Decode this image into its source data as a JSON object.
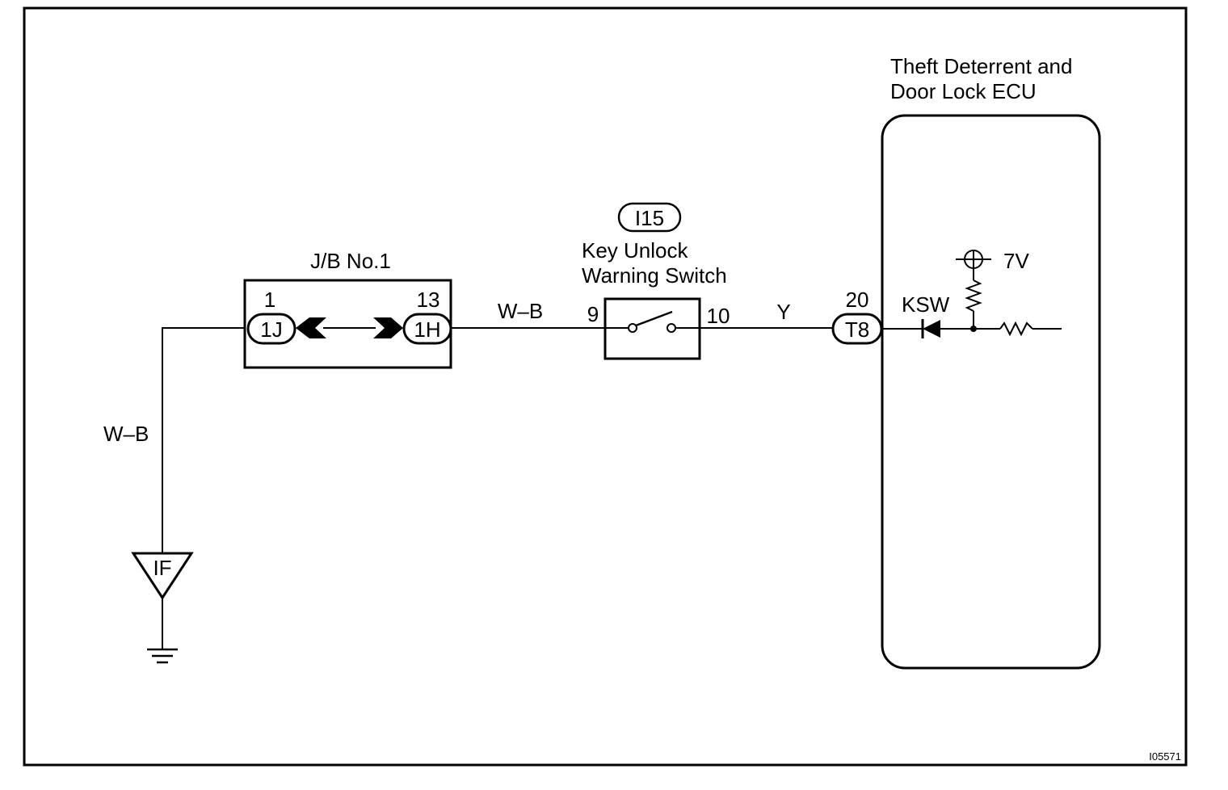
{
  "ecu": {
    "title_line1": "Theft Deterrent and",
    "title_line2": "Door Lock ECU",
    "terminal_pin": "20",
    "terminal_label": "T8",
    "signal_label": "KSW",
    "supply_voltage": "7V"
  },
  "junction_block": {
    "title": "J/B No.1",
    "left_pin": "1",
    "left_connector": "1J",
    "right_pin": "13",
    "right_connector": "1H"
  },
  "switch": {
    "connector_id": "I15",
    "name_line1": "Key Unlock",
    "name_line2": "Warning Switch",
    "pin_in": "9",
    "pin_out": "10"
  },
  "wires": {
    "ground_wire": "W–B",
    "jb_to_switch": "W–B",
    "switch_to_ecu": "Y"
  },
  "ground": {
    "point_label": "IF"
  },
  "figure_id": "I05571"
}
